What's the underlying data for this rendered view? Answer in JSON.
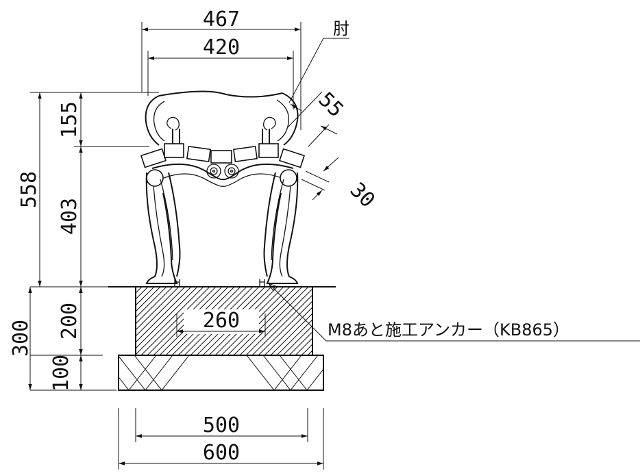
{
  "dimensions": {
    "overall_width_top": "467",
    "inner_width_top": "420",
    "backrest_height": "155",
    "total_height": "558",
    "seat_height": "403",
    "armrest_width": "55",
    "leg_thickness": "30",
    "base_upper_height": "200",
    "foundation_total_height": "300",
    "base_lower_height": "100",
    "anchor_spacing": "260",
    "base_upper_width": "500",
    "base_lower_width": "600"
  },
  "labels": {
    "armrest": "肘",
    "anchor": "M8あと施工アンカー（KB865）"
  }
}
